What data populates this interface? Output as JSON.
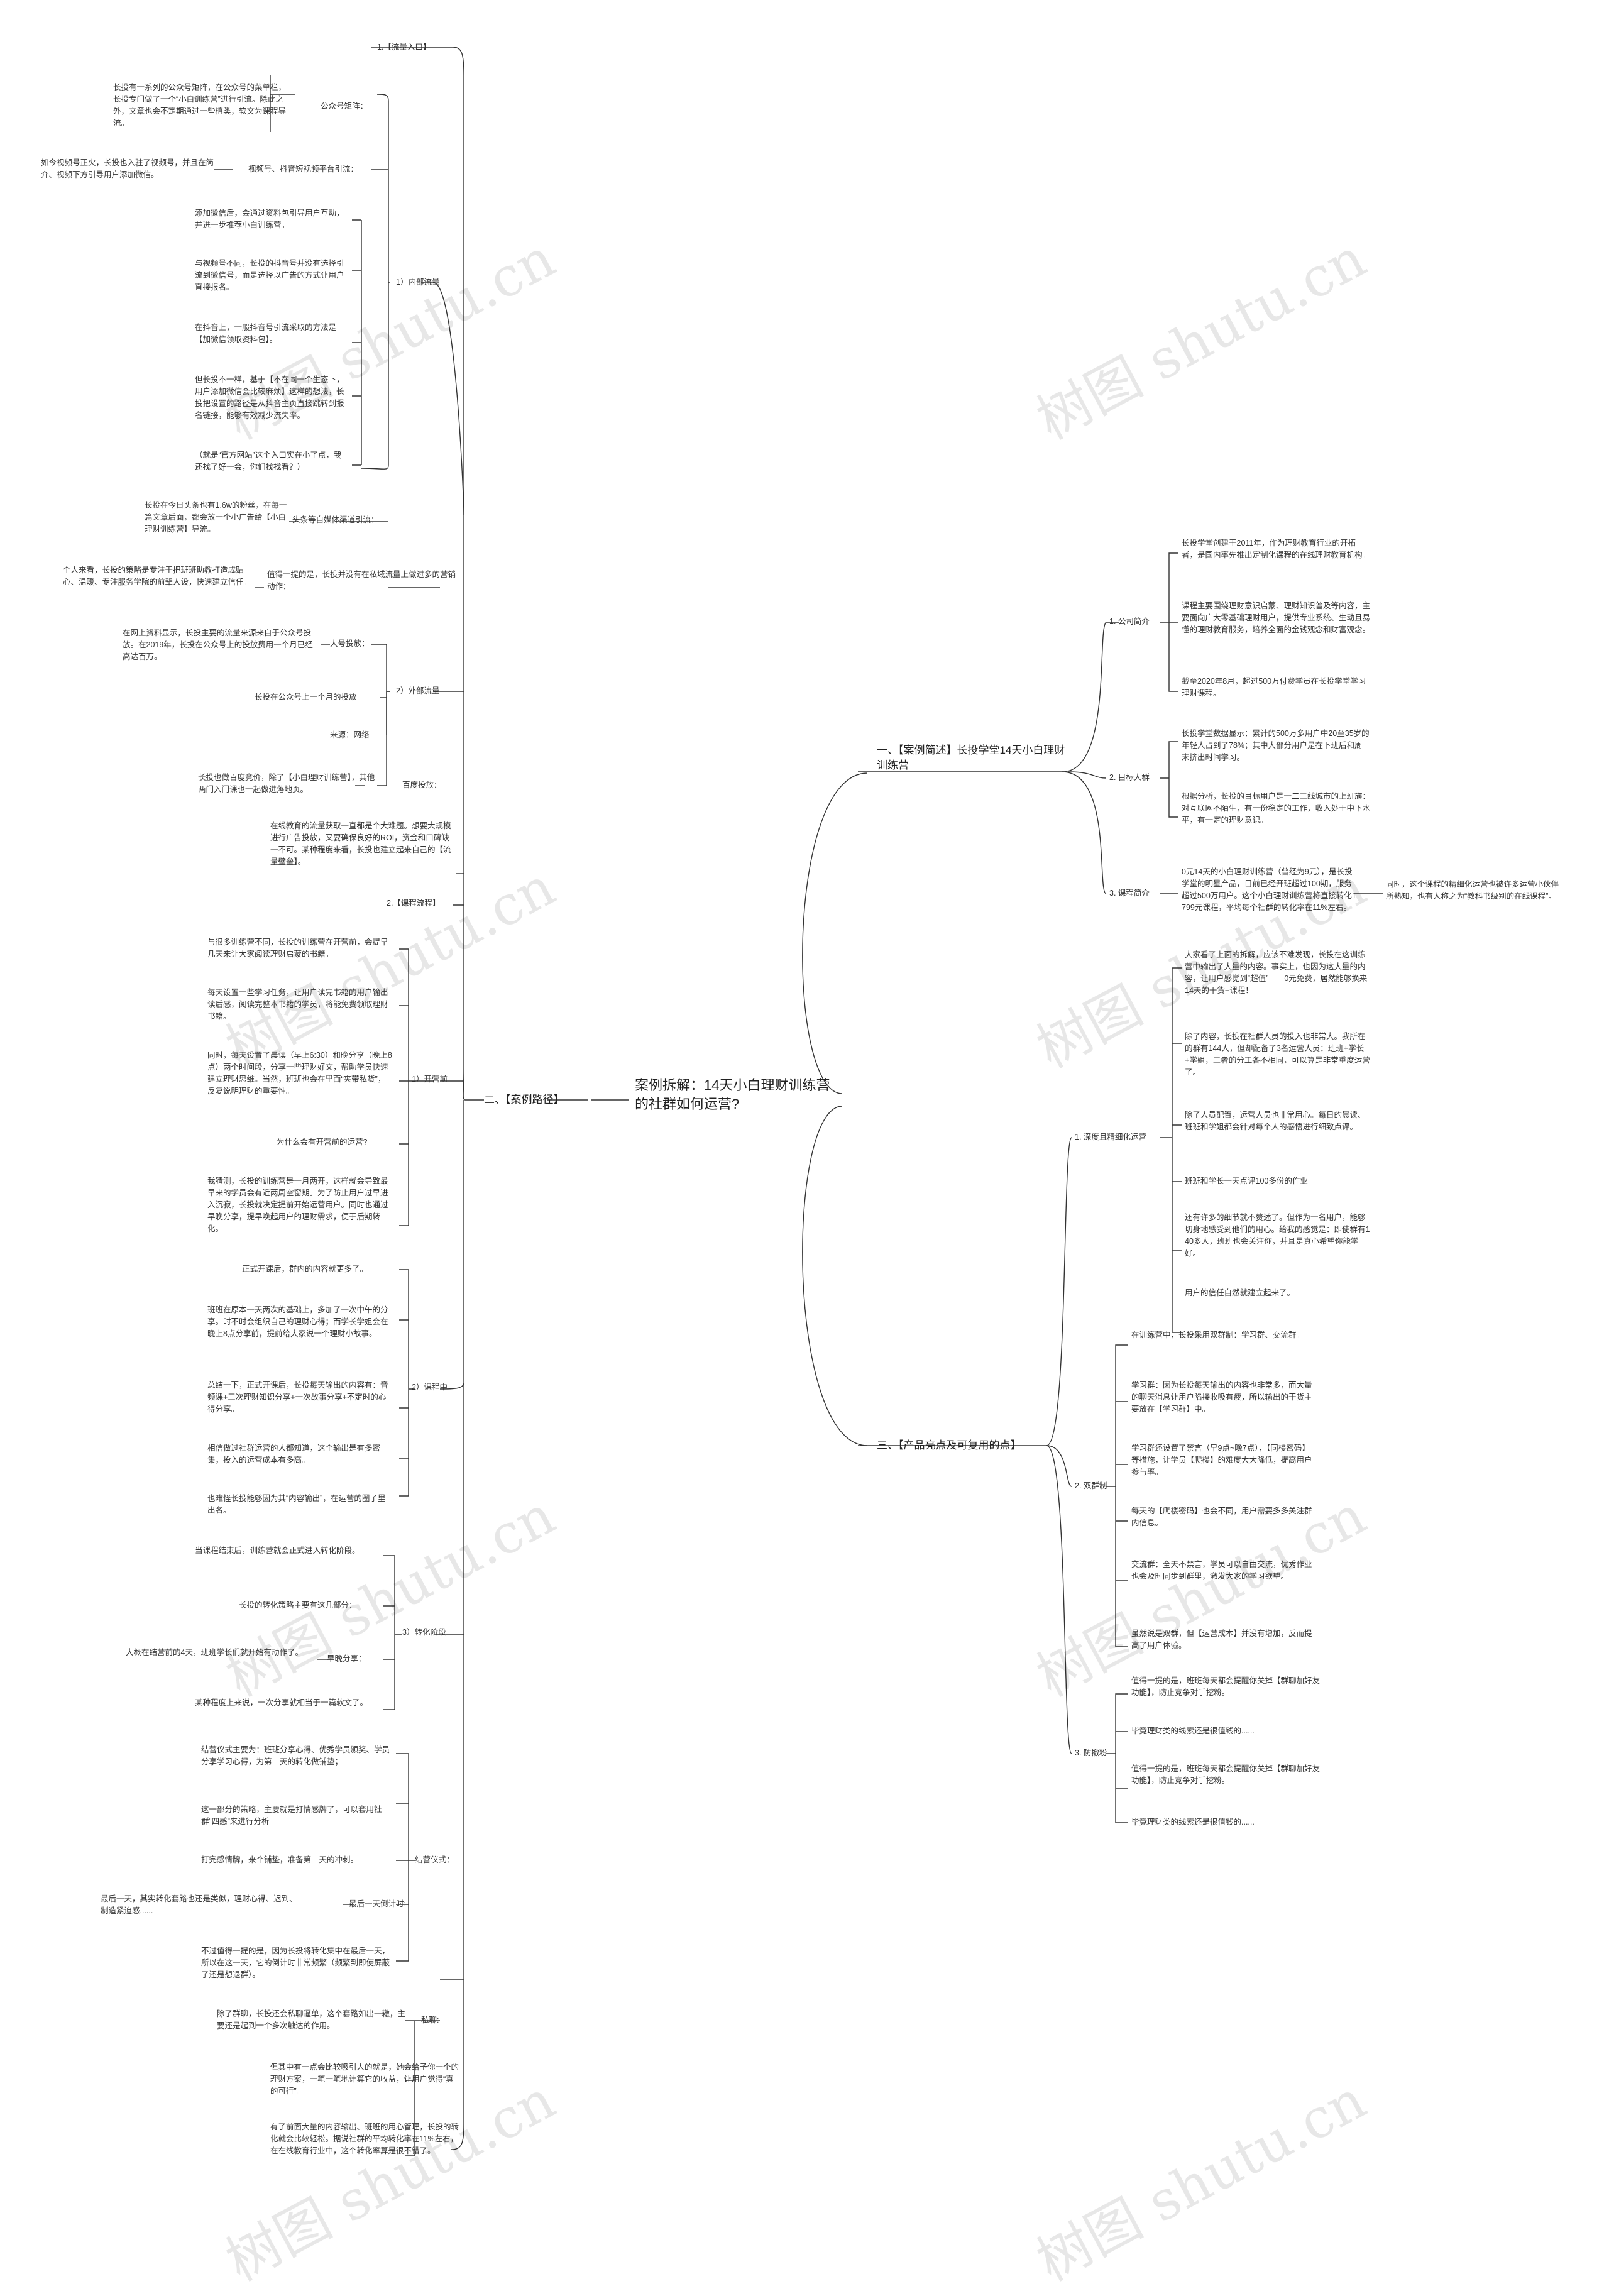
{
  "watermark": "树图 shutu.cn",
  "root": "案例拆解：14天小白理财训练营的社群如何运营?",
  "left": {
    "branch": "二、【案例路径】",
    "flow_entry": "1.【流量入口】",
    "internal": "1）内部流量",
    "gzh_label": "公众号矩阵：",
    "gzh_text": "长投有一系列的公众号矩阵，在公众号的菜单栏，长投专门做了一个“小白训练营”进行引流。除此之外，文章也会不定期通过一些植类，软文为课程导流。",
    "video_label": "视频号、抖音短视频平台引流：",
    "video_text": "如今视频号正火，长投也入驻了视频号，并且在简介、视频下方引导用户添加微信。",
    "dy1": "添加微信后，会通过资料包引导用户互动，并进一步推荐小白训练营。",
    "dy2": "与视频号不同，长投的抖音号并没有选择引流到微信号，而是选择以广告的方式让用户直接报名。",
    "dy3": "在抖音上，一般抖音号引流采取的方法是【加微信领取资料包】。",
    "dy4": "但长投不一样，基于【不在同一个生态下，用户添加微信会比较麻烦】这样的想法，长投把设置的路径是从抖音主页直接跳转到报名链接，能够有效减少流失率。",
    "dy5": "（就是“官方网站”这个入口实在小了点，我还找了好一会，你们找找看？）",
    "toutiao_label": "头条等自媒体渠道引流：",
    "toutiao_text": "长投在今日头条也有1.6w的粉丝，在每一篇文章后面，都会放一个小广告给【小白理财训练营】导流。",
    "private_label": "值得一提的是，长投并没有在私域流量上做过多的营销动作：",
    "private_text": "个人来看，长投的策略是专注于把班班助教打造成贴心、温暖、专注服务学院的前辈人设，快速建立信任。",
    "external": "2）外部流量",
    "bigv_label": "大号投放：",
    "bigv_text": "在网上资料显示，长投主要的流量来源来自于公众号投放。在2019年，长投在公众号上的投放费用一个月已经高达百万。",
    "month": "长投在公众号上一个月的投放",
    "source": "来源：网络",
    "baidu_label": "百度投放：",
    "baidu_text": "长投也做百度竞价，除了【小白理财训练营】，其他两门入门课也一起做进落地页。",
    "conclusion": "在线教育的流量获取一直都是个大难题。想要大规模进行广告投放，又要确保良好的ROI，资金和口碑缺一不可。某种程度来看，长投也建立起来自己的【流量壁垒】。",
    "course_flow": "2.【课程流程】",
    "before": "1）开营前",
    "b1": "与很多训练营不同，长投的训练营在开营前，会提早几天来让大家阅读理财启蒙的书籍。",
    "b2": "每天设置一些学习任务，让用户读完书籍的用户输出读后感，阅读完整本书籍的学员，将能免费领取理财书籍。",
    "b3": "同时，每天设置了晨读（早上6:30）和晚分享（晚上8点）两个时间段，分享一些理财好文，帮助学员快速建立理财思维。当然，班班也会在里面“夹带私货”，反复说明理财的重要性。",
    "b4": "为什么会有开营前的运营?",
    "b5": "我猜测，长投的训练营是一月两开，这样就会导致最早来的学员会有近两周空窗期。为了防止用户过早进入沉寂，长投就决定提前开始运营用户。同时也通过早晚分享，提早唤起用户的理财需求，便于后期转化。",
    "during": "2）课程中",
    "d1": "正式开课后，群内的内容就更多了。",
    "d2": "班班在原本一天两次的基础上，多加了一次中午的分享。时不时会组织自己的理财心得；而学长学姐会在晚上8点分享前，提前给大家说一个理财小故事。",
    "d3": "总结一下，正式开课后，长投每天输出的内容有：音频课+三次理财知识分享+一次故事分享+不定时的心得分享。",
    "d4": "相信做过社群运营的人都知道，这个输出是有多密集，投入的运营成本有多高。",
    "d5": "也难怪长投能够因为其“内容输出”，在运营的圈子里出名。",
    "conv": "3）转化阶段",
    "c1": "当课程结束后，训练营就会正式进入转化阶段。",
    "c2": "长投的转化策略主要有这几部分：",
    "early_label": "早晚分享：",
    "early_text": "大概在结营前的4天，班班学长们就开始有动作了。",
    "c3": "某种程度上来说，一次分享就相当于一篇软文了。",
    "ceremony_label": "结营仪式：",
    "cer1": "结营仪式主要为：班班分享心得、优秀学员颁奖、学员分享学习心得，为第二天的转化做铺垫；",
    "cer2": "这一部分的策略，主要就是打情感牌了，可以套用社群“四感”来进行分析",
    "cer3": "打完感情牌，来个铺垫，准备第二天的冲刺。",
    "lastday_label": "最后一天倒计时:",
    "lastday_text": "最后一天，其实转化套路也还是类似，理财心得、迟到、制造紧迫感......",
    "cer4": "不过值得一提的是，因为长投将转化集中在最后一天，所以在这一天，它的倒计时非常频繁（频繁到即使屏蔽了还是想退群）。",
    "chat_label": "私聊:",
    "chat1": "除了群聊，长投还会私聊逼单，这个套路如出一辙，主要还是起到一个多次触达的作用。",
    "chat2": "但其中有一点会比较吸引人的就是，她会给予你一个的理财方案，一笔一笔地计算它的收益，让用户觉得“真的可行”。",
    "chat3": "有了前面大量的内容输出、班班的用心管理，长投的转化就会比较轻松。据说社群的平均转化率在11%左右，在在线教育行业中，这个转化率算是很不错了。"
  },
  "right": {
    "case_branch": "一、【案例简述】长投学堂14天小白理财训练营",
    "intro": "1. 公司简介",
    "i1": "长投学堂创建于2011年，作为理财教育行业的开拓者，是国内率先推出定制化课程的在线理财教育机构。",
    "i2": "课程主要围绕理财意识启蒙、理财知识普及等内容，主要面向广大零基础理财用户，提供专业系统、生动且易懂的理财教育服务，培养全面的金钱观念和财富观念。",
    "i3": "截至2020年8月，超过500万付费学员在长投学堂学习理财课程。",
    "target": "2. 目标人群",
    "t1": "长投学堂数据显示：累计的500万多用户中20至35岁的年轻人占到了78%；其中大部分用户是在下班后和周末挤出时间学习。",
    "t2": "根据分析，长投的目标用户是一二三线城市的上班族：对互联网不陌生，有一份稳定的工作，收入处于中下水平，有一定的理财意识。",
    "course": "3. 课程简介",
    "co1": "0元14天的小白理财训练营（曾经为9元），是长投学堂的明星产品，目前已经开班超过100期，服务超过500万用户。这个小白理财训练营将直接转化1799元课程，平均每个社群的转化率在11%左右。",
    "co_note": "同时，这个课程的精细化运营也被许多运营小伙伴所熟知，也有人称之为“教科书级别的在线课程”。",
    "feature_branch": "三、【产品亮点及可复用的点】",
    "deep": "1. 深度且精细化运营",
    "de1": "大家看了上面的拆解，应该不难发现，长投在这训练营中输出了大量的内容。事实上，也因为这大量的内容，让用户感觉到“超值”——0元免费，居然能够换来14天的干货+课程！",
    "de2": "除了内容，长投在社群人员的投入也非常大。我所在的群有144人，但却配备了3名运营人员：班班+学长+学姐，三者的分工各不相同，可以算是非常重度运营了。",
    "de3": "除了人员配置，运营人员也非常用心。每日的晨读、班班和学姐都会针对每个人的感悟进行细致点评。",
    "de4": "班班和学长一天点评100多份的作业",
    "de5": "还有许多的细节就不赘述了。但作为一名用户，能够切身地感受到他们的用心。给我的感觉是：即使群有140多人，班班也会关注你，并且是真心希望你能学好。",
    "de6": "用户的信任自然就建立起来了。",
    "dual": "2. 双群制",
    "du1": "在训练营中，长投采用双群制：学习群、交流群。",
    "du2": "学习群：因为长投每天输出的内容也非常多，而大量的聊天消息让用户陷接收吸有疲，所以输出的干货主要放在【学习群】中。",
    "du3": "学习群还设置了禁言（早9点~晚7点），【同楼密码】等措施，让学员【爬楼】的难度大大降低，提高用户参与率。",
    "du4": "每天的【爬楼密码】也会不同，用户需要多多关注群内信息。",
    "du5": "交流群：全天不禁言，学员可以自由交流，优秀作业也会及时同步到群里，激发大家的学习欲望。",
    "du6": "虽然说是双群，但【运营成本】并没有增加，反而提高了用户体验。",
    "ad": "3. 防撤粉",
    "ad1": "值得一提的是，班班每天都会提醒你关掉【群聊加好友功能】，防止竞争对手挖粉。",
    "ad2": "毕竟理财类的线索还是很值钱的......",
    "ad3": "值得一提的是，班班每天都会提醒你关掉【群聊加好友功能】，防止竞争对手挖粉。",
    "ad4": "毕竟理财类的线索还是很值钱的......"
  }
}
